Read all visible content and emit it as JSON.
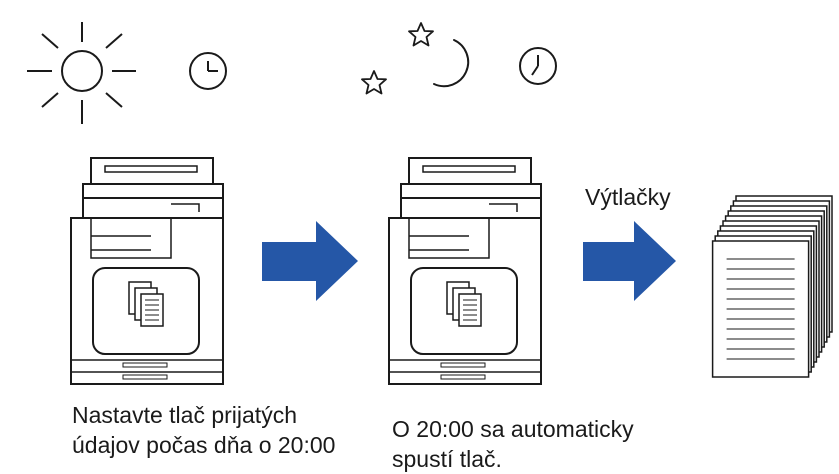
{
  "labels": {
    "output_arrow": "Výtlačky"
  },
  "captions": {
    "left_line1": "Nastavte tlač prijatých",
    "left_line2": "údajov počas dňa o 20:00",
    "right_line1": "O 20:00 sa automaticky",
    "right_line2": "spustí tlač."
  },
  "colors": {
    "arrow": "#2557a7",
    "line": "#1a1a1a"
  }
}
